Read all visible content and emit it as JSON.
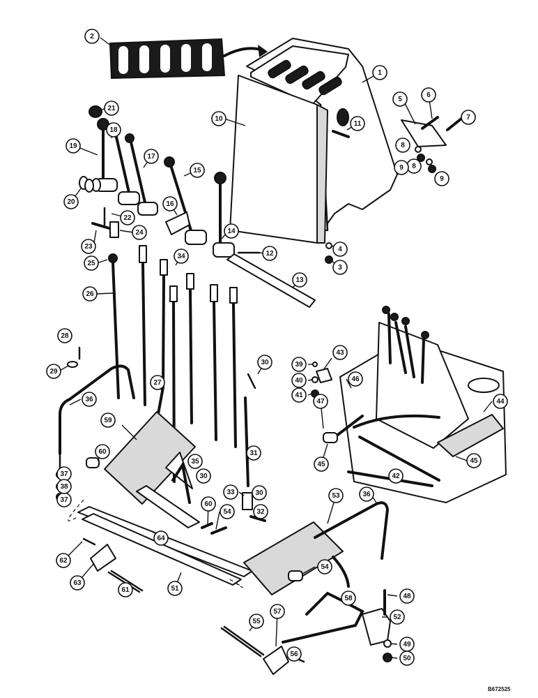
{
  "reference": "B672525",
  "callouts": [
    {
      "id": "c1",
      "label": "1"
    },
    {
      "id": "c2",
      "label": "2"
    },
    {
      "id": "c3",
      "label": "3"
    },
    {
      "id": "c4",
      "label": "4"
    },
    {
      "id": "c5",
      "label": "5"
    },
    {
      "id": "c6",
      "label": "6"
    },
    {
      "id": "c7",
      "label": "7"
    },
    {
      "id": "c8",
      "label": "8"
    },
    {
      "id": "c8b",
      "label": "8"
    },
    {
      "id": "c9",
      "label": "9"
    },
    {
      "id": "c9b",
      "label": "9"
    },
    {
      "id": "c10",
      "label": "10"
    },
    {
      "id": "c11",
      "label": "11"
    },
    {
      "id": "c12",
      "label": "12"
    },
    {
      "id": "c13",
      "label": "13"
    },
    {
      "id": "c14",
      "label": "14"
    },
    {
      "id": "c15",
      "label": "15"
    },
    {
      "id": "c16",
      "label": "16"
    },
    {
      "id": "c17",
      "label": "17"
    },
    {
      "id": "c18",
      "label": "18"
    },
    {
      "id": "c19",
      "label": "19"
    },
    {
      "id": "c20",
      "label": "20"
    },
    {
      "id": "c21",
      "label": "21"
    },
    {
      "id": "c22",
      "label": "22"
    },
    {
      "id": "c23",
      "label": "23"
    },
    {
      "id": "c24",
      "label": "24"
    },
    {
      "id": "c25",
      "label": "25"
    },
    {
      "id": "c26",
      "label": "26"
    },
    {
      "id": "c27",
      "label": "27"
    },
    {
      "id": "c28",
      "label": "28"
    },
    {
      "id": "c29",
      "label": "29"
    },
    {
      "id": "c30",
      "label": "30"
    },
    {
      "id": "c30b",
      "label": "30"
    },
    {
      "id": "c30c",
      "label": "30"
    },
    {
      "id": "c31",
      "label": "31"
    },
    {
      "id": "c32",
      "label": "32"
    },
    {
      "id": "c33",
      "label": "33"
    },
    {
      "id": "c34",
      "label": "34"
    },
    {
      "id": "c35",
      "label": "35"
    },
    {
      "id": "c36",
      "label": "36"
    },
    {
      "id": "c36b",
      "label": "36"
    },
    {
      "id": "c37",
      "label": "37"
    },
    {
      "id": "c37b",
      "label": "37"
    },
    {
      "id": "c38",
      "label": "38"
    },
    {
      "id": "c39",
      "label": "39"
    },
    {
      "id": "c40",
      "label": "40"
    },
    {
      "id": "c41",
      "label": "41"
    },
    {
      "id": "c42",
      "label": "42"
    },
    {
      "id": "c43",
      "label": "43"
    },
    {
      "id": "c44",
      "label": "44"
    },
    {
      "id": "c45",
      "label": "45"
    },
    {
      "id": "c45b",
      "label": "45"
    },
    {
      "id": "c46",
      "label": "46"
    },
    {
      "id": "c47",
      "label": "47"
    },
    {
      "id": "c48",
      "label": "48"
    },
    {
      "id": "c49",
      "label": "49"
    },
    {
      "id": "c50",
      "label": "50"
    },
    {
      "id": "c51",
      "label": "51"
    },
    {
      "id": "c52",
      "label": "52"
    },
    {
      "id": "c53",
      "label": "53"
    },
    {
      "id": "c54",
      "label": "54"
    },
    {
      "id": "c54b",
      "label": "54"
    },
    {
      "id": "c55",
      "label": "55"
    },
    {
      "id": "c56",
      "label": "56"
    },
    {
      "id": "c57",
      "label": "57"
    },
    {
      "id": "c58",
      "label": "58"
    },
    {
      "id": "c59",
      "label": "59"
    },
    {
      "id": "c60",
      "label": "60"
    },
    {
      "id": "c60b",
      "label": "60"
    },
    {
      "id": "c61",
      "label": "61"
    },
    {
      "id": "c62",
      "label": "62"
    },
    {
      "id": "c63",
      "label": "63"
    },
    {
      "id": "c64",
      "label": "64"
    }
  ]
}
